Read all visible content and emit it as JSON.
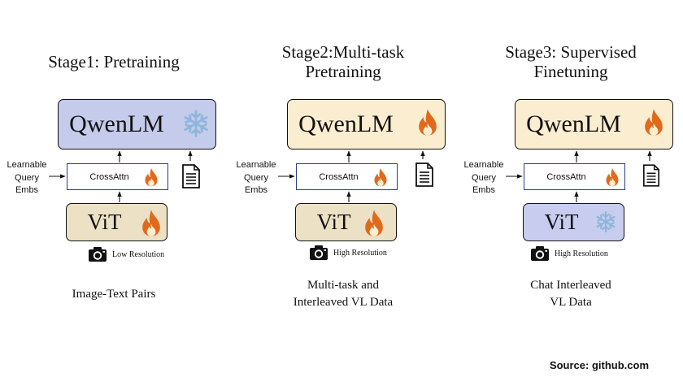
{
  "colors": {
    "frozen_fill": "#c4cbeb",
    "trainable_llm_fill": "#fbedd0",
    "vit_trainable_fill": "#ece0c5",
    "vit_frozen_fill": "#c8cdef",
    "crossattn_border": "#2b3a8c",
    "flame": "#e06a1b",
    "snowflake": "#8fb6dc"
  },
  "stages": [
    {
      "title": "Stage1: Pretraining",
      "llm": {
        "label": "QwenLM",
        "state": "frozen",
        "icon": "snowflake-icon"
      },
      "adapter": {
        "label": "CrossAttn",
        "icon": "flame-icon"
      },
      "query_label": "Learnable\nQuery\nEmbs",
      "vit": {
        "label": "ViT",
        "state": "trainable",
        "icon": "flame-icon"
      },
      "resolution": "Low Resolution",
      "data": "Image-Text Pairs"
    },
    {
      "title": "Stage2:Multi-task\nPretraining",
      "llm": {
        "label": "QwenLM",
        "state": "trainable",
        "icon": "flame-icon"
      },
      "adapter": {
        "label": "CrossAttn",
        "icon": "flame-icon"
      },
      "query_label": "Learnable\nQuery\nEmbs",
      "vit": {
        "label": "ViT",
        "state": "trainable",
        "icon": "flame-icon"
      },
      "resolution": "High Resolution",
      "data": "Multi-task and\nInterleaved VL Data"
    },
    {
      "title": "Stage3: Supervised\nFinetuning",
      "llm": {
        "label": "QwenLM",
        "state": "trainable",
        "icon": "flame-icon"
      },
      "adapter": {
        "label": "CrossAttn",
        "icon": "flame-icon"
      },
      "query_label": "Learnable\nQuery\nEmbs",
      "vit": {
        "label": "ViT",
        "state": "frozen",
        "icon": "snowflake-icon"
      },
      "resolution": "High Resolution",
      "data": "Chat Interleaved\nVL Data"
    }
  ],
  "source": "Source: github.com"
}
